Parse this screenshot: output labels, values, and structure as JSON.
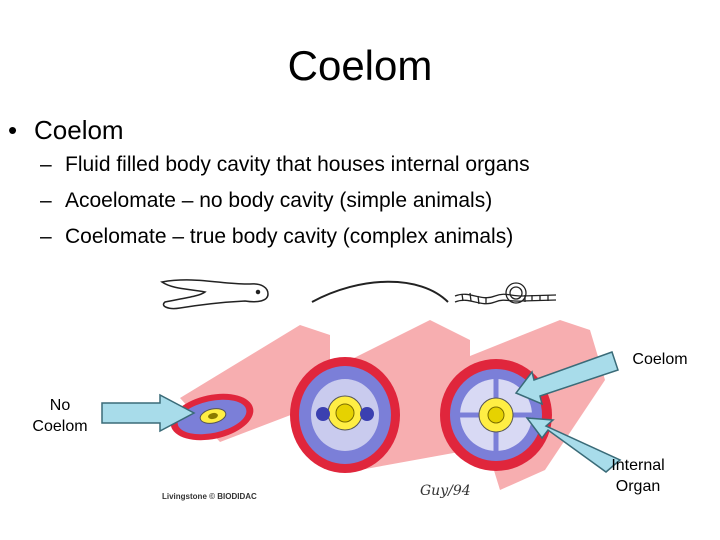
{
  "slide": {
    "title": "Coelom",
    "bullet": "Coelom",
    "bullet_marker": "•",
    "sub_marker": "–",
    "subpoints": [
      "Fluid filled body cavity that houses internal organs",
      "Acoelomate – no body cavity (simple animals)",
      "Coelomate – true body cavity (complex animals)"
    ]
  },
  "figure": {
    "labels": {
      "coelom": "Coelom",
      "no_coelom_line1": "No",
      "no_coelom_line2": "Coelom",
      "internal_organ_line1": "Internal",
      "internal_organ_line2": "Organ"
    },
    "credit": "Livingstone © BIODIDAC",
    "signature": "Guy/94",
    "colors": {
      "tube_pink": "#f7aeb0",
      "body_wall_red": "#e0263c",
      "cavity_blue": "#7b7fd8",
      "gut_yellow": "#ffee44",
      "arrow_fill": "#a8dcea",
      "arrow_stroke": "#3a6b78"
    }
  }
}
